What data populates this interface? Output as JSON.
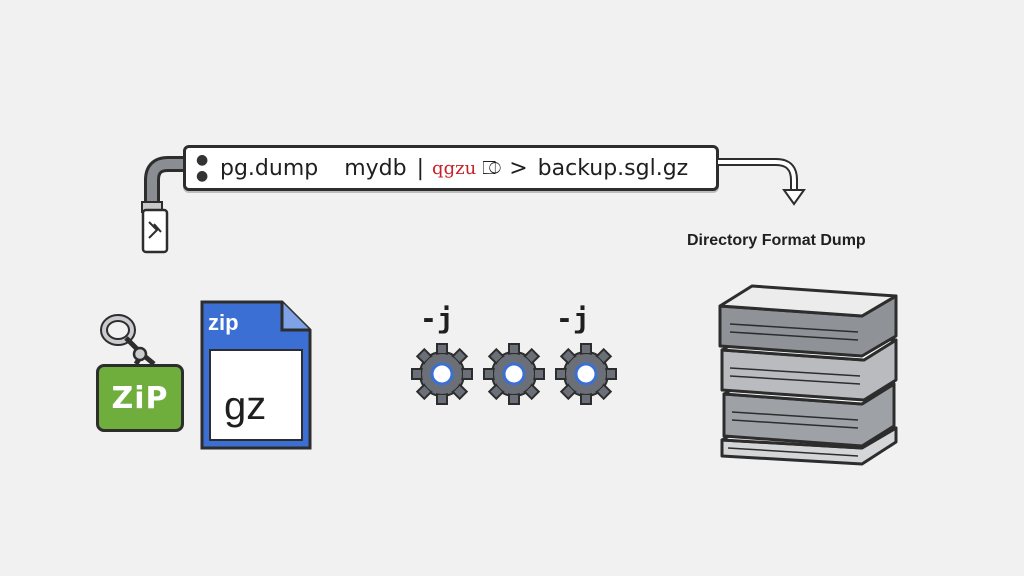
{
  "command": {
    "prefix": "pg.dump",
    "db": "mydb",
    "pipe": "|",
    "compressor": "qgzu",
    "redirect": ">",
    "output": "backup.sgl.gz"
  },
  "output_label": "Directory Format Dump",
  "archive_badge": "ZiP",
  "file_tab": "zip",
  "file_ext": "gz",
  "parallel_flags": [
    "-j",
    "-j"
  ],
  "colors": {
    "zip_green": "#6fae3c",
    "file_blue": "#3b6fd4",
    "flag_red": "#c8202a",
    "gear_grey": "#6b7078",
    "gear_ring": "#3b6fd4"
  },
  "icons": [
    "terminal-dots-icon",
    "hose-nozzle-icon",
    "zip-bag-icon",
    "gz-file-icon",
    "gear-icon",
    "stacked-folders-icon",
    "curved-arrow-icon"
  ]
}
